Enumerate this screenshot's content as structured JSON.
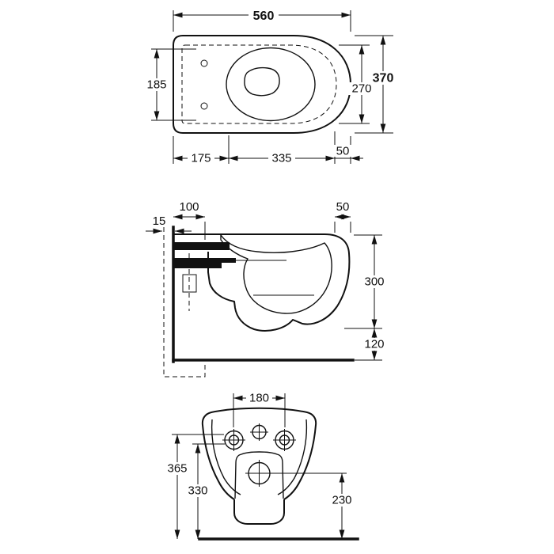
{
  "colors": {
    "line": "#111111",
    "background": "#ffffff"
  },
  "views": {
    "top": {
      "dims": {
        "overall_length": "560",
        "overall_width": "370",
        "seat_width": "270",
        "hinge_span": "185",
        "rear_segment": "175",
        "mid_segment": "335",
        "front_segment": "50"
      }
    },
    "side": {
      "dims": {
        "inlet_offset": "100",
        "wall_gap": "15",
        "front_depth": "50",
        "body_height": "300",
        "underside_clearance": "120"
      }
    },
    "front": {
      "dims": {
        "bolt_spacing": "180",
        "fixing_height": "365",
        "inner_height": "330",
        "outlet_height": "230"
      }
    }
  }
}
